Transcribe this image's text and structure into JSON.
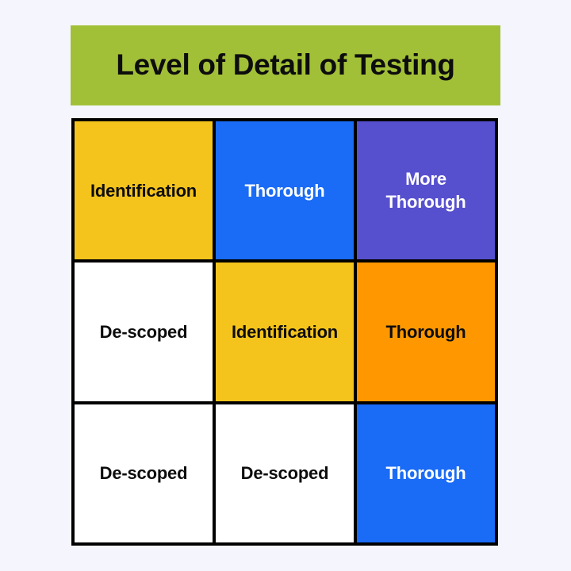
{
  "title": {
    "text": "Level of Detail of Testing",
    "background_color": "#a2c037",
    "text_color": "#0d0d0d"
  },
  "palette": {
    "page_background": "#f5f5fe",
    "yellow": "#f5c41c",
    "blue": "#1a6bf5",
    "purple": "#5750ce",
    "orange": "#ff9800",
    "white": "#ffffff",
    "border": "#000000"
  },
  "matrix": {
    "rows": 3,
    "columns": 3,
    "cells": [
      {
        "label": "Identification",
        "fill": "yellow",
        "ink": "black"
      },
      {
        "label": "Thorough",
        "fill": "blue",
        "ink": "white"
      },
      {
        "label": "More\nThorough",
        "fill": "purple",
        "ink": "white"
      },
      {
        "label": "De-scoped",
        "fill": "white",
        "ink": "black"
      },
      {
        "label": "Identification",
        "fill": "yellow",
        "ink": "black"
      },
      {
        "label": "Thorough",
        "fill": "orange",
        "ink": "black"
      },
      {
        "label": "De-scoped",
        "fill": "white",
        "ink": "black"
      },
      {
        "label": "De-scoped",
        "fill": "white",
        "ink": "black"
      },
      {
        "label": "Thorough",
        "fill": "blue",
        "ink": "white"
      }
    ]
  }
}
